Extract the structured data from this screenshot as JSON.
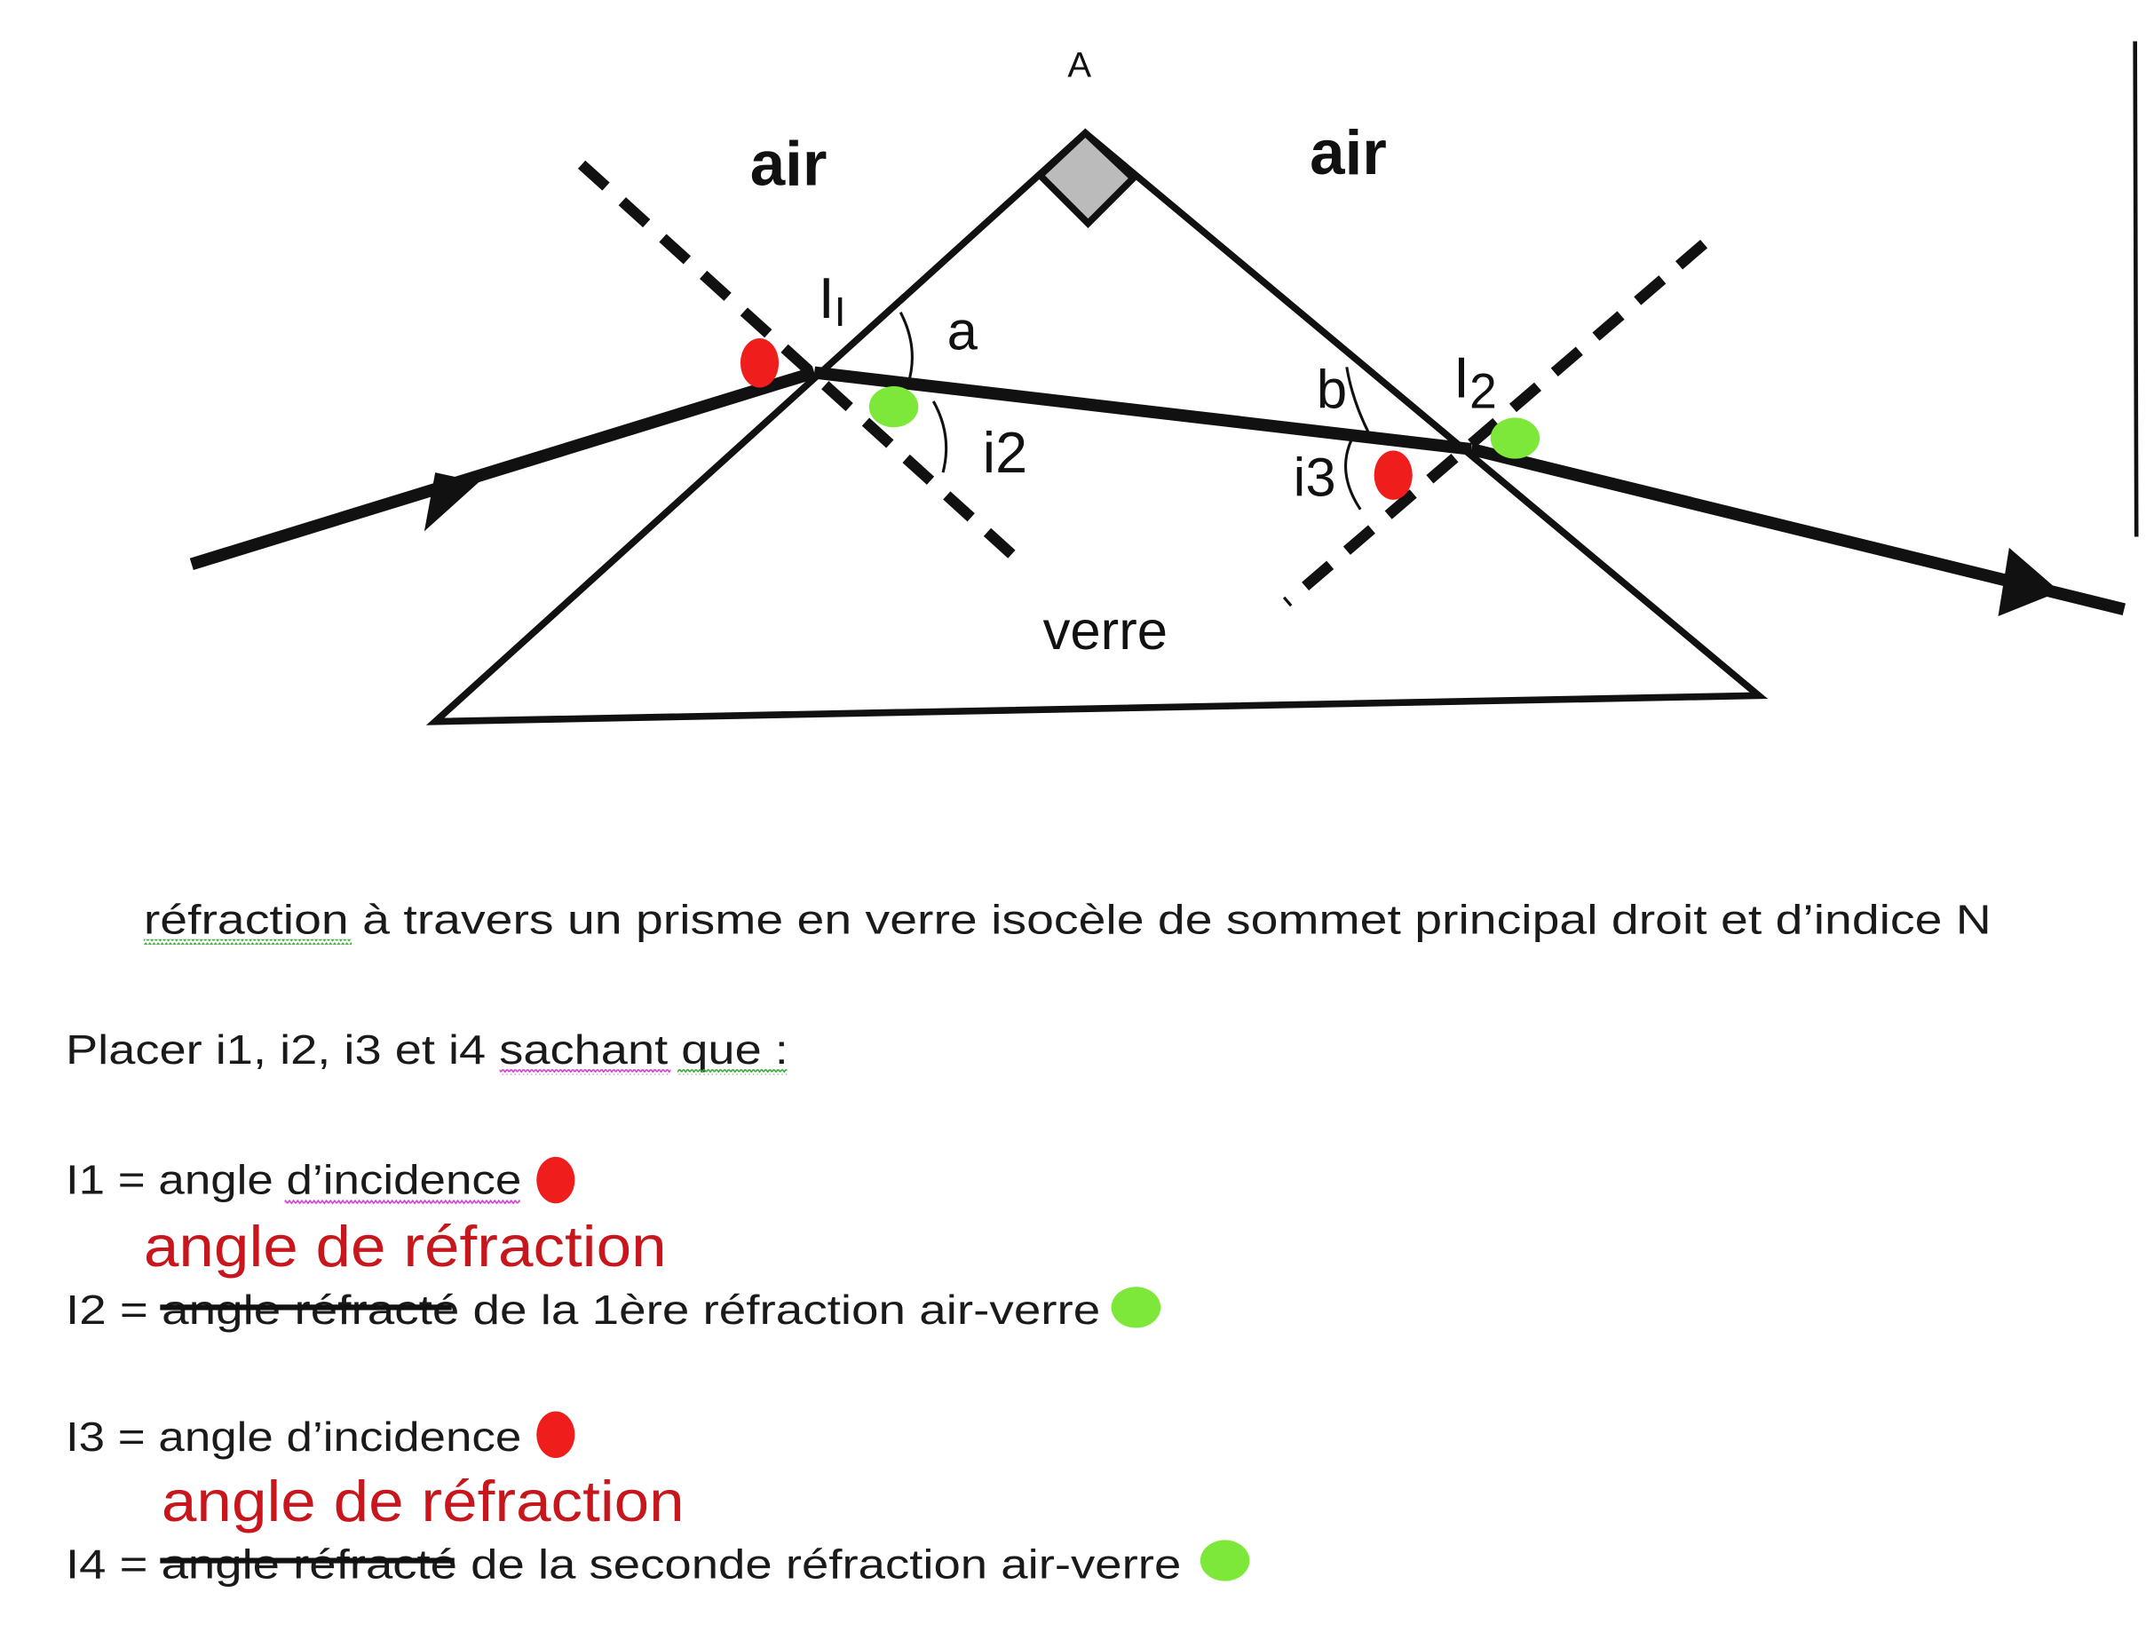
{
  "diagram": {
    "apex_label": "A",
    "air_left": "air",
    "air_right": "air",
    "glass_label": "verre",
    "point1_label": "I",
    "point1_sub": "I",
    "point2_label": "I",
    "point2_sub": "2",
    "angle_a": "a",
    "angle_b": "b",
    "angle_i2": "i2",
    "angle_i3": "i3",
    "colors": {
      "red_marker": "#f01d1d",
      "green_marker": "#7ee83a",
      "annotation": "#c8161d"
    }
  },
  "text": {
    "caption_word1": "réfraction",
    "caption_rest": " à travers un prisme en verre isocèle de sommet principal  droit et d’indice  N",
    "instruction_start": "Placer i1, i2, i3 et i4 ",
    "instruction_end": "sachant que  :",
    "i1_prefix": "I1 = angle ",
    "i1_word": "d’incidence",
    "correction_1": "angle de réfraction",
    "i2_prefix": "I2 = ",
    "i2_struck": "angle réfracté",
    "i2_rest": " de la 1ère réfraction air-verre",
    "i3_line": "I3 = angle d’incidence",
    "correction_2": "angle de réfraction",
    "i4_prefix": "I4 = ",
    "i4_struck": "angle réfracté",
    "i4_rest": " de la seconde  réfraction air-verre"
  }
}
